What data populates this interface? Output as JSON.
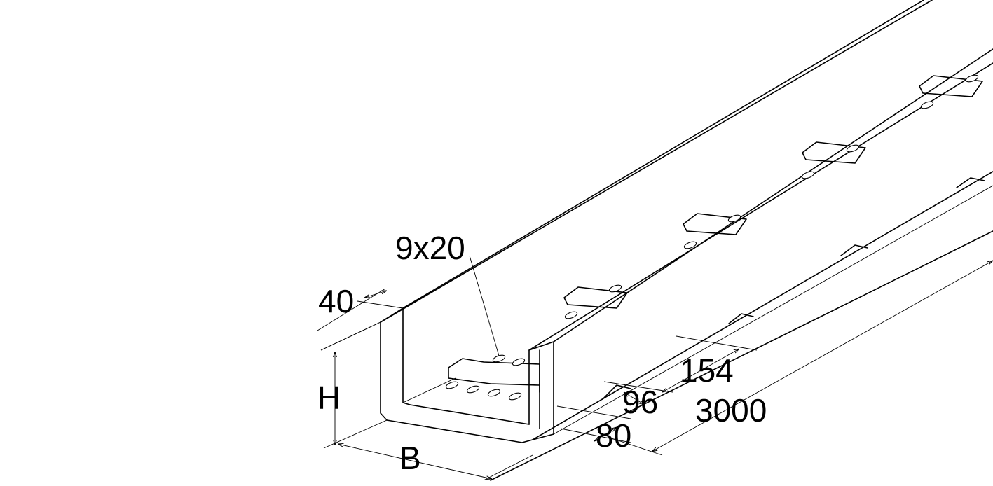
{
  "labels": {
    "slot": "9x20",
    "flange": "40",
    "height": "H",
    "width": "B",
    "pitch_long": "154",
    "pitch_short": "96",
    "offset": "80",
    "length": "3000"
  },
  "colors": {
    "line": "#000000",
    "background": "#ffffff"
  }
}
